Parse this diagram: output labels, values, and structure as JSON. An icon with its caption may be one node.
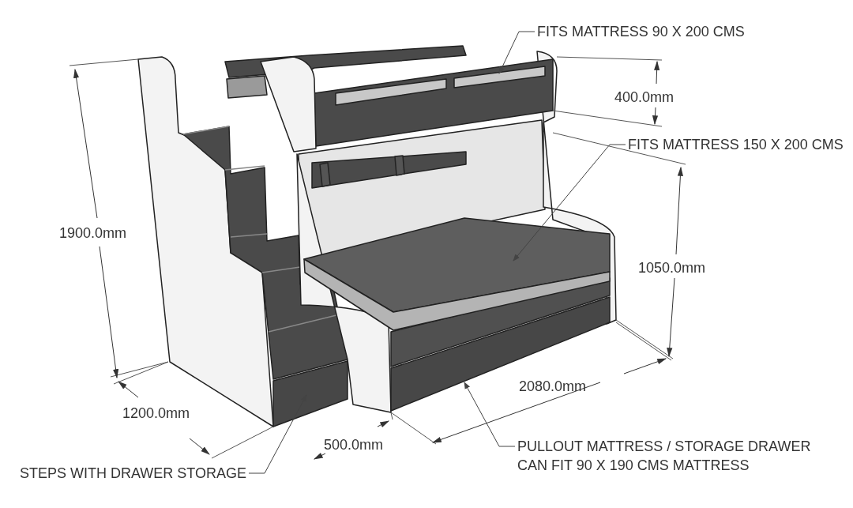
{
  "diagram": {
    "nodes": [
      {
        "text": [
          "FITS MATTRESS 90 X 200 CMS"
        ]
      },
      {
        "text": [],
        "shape": "box"
      },
      {
        "text": [
          "FITS MATTRESS 150 X 200 CMS"
        ]
      },
      {
        "text": [],
        "shape": "box"
      },
      {
        "text": [
          "PULLOUT MATTRESS / STORAGE DRAWER CAN FIT 90 X 190 CMS MATTRESS"
        ]
      },
      {
        "text": [],
        "shape": "box"
      },
      {
        "text": [
          "STEPS WITH DRAWER STORAGE"
        ]
      },
      {
        "text": [],
        "shape": "box"
      }
    ],
    "edges": [
      {
        "from": 0,
        "to": 1,
        "arrow": "to"
      },
      {
        "from": 2,
        "to": 3,
        "arrow": "to"
      },
      {
        "from": 4,
        "to": 5,
        "arrow": "to"
      },
      {
        "from": 6,
        "to": 7,
        "arrow": "to"
      }
    ],
    "labels": [
      "400.0mm",
      "1900.0mm",
      "1050.0mm",
      "2080.0mm",
      "1200.0mm",
      "500.0mm"
    ]
  }
}
